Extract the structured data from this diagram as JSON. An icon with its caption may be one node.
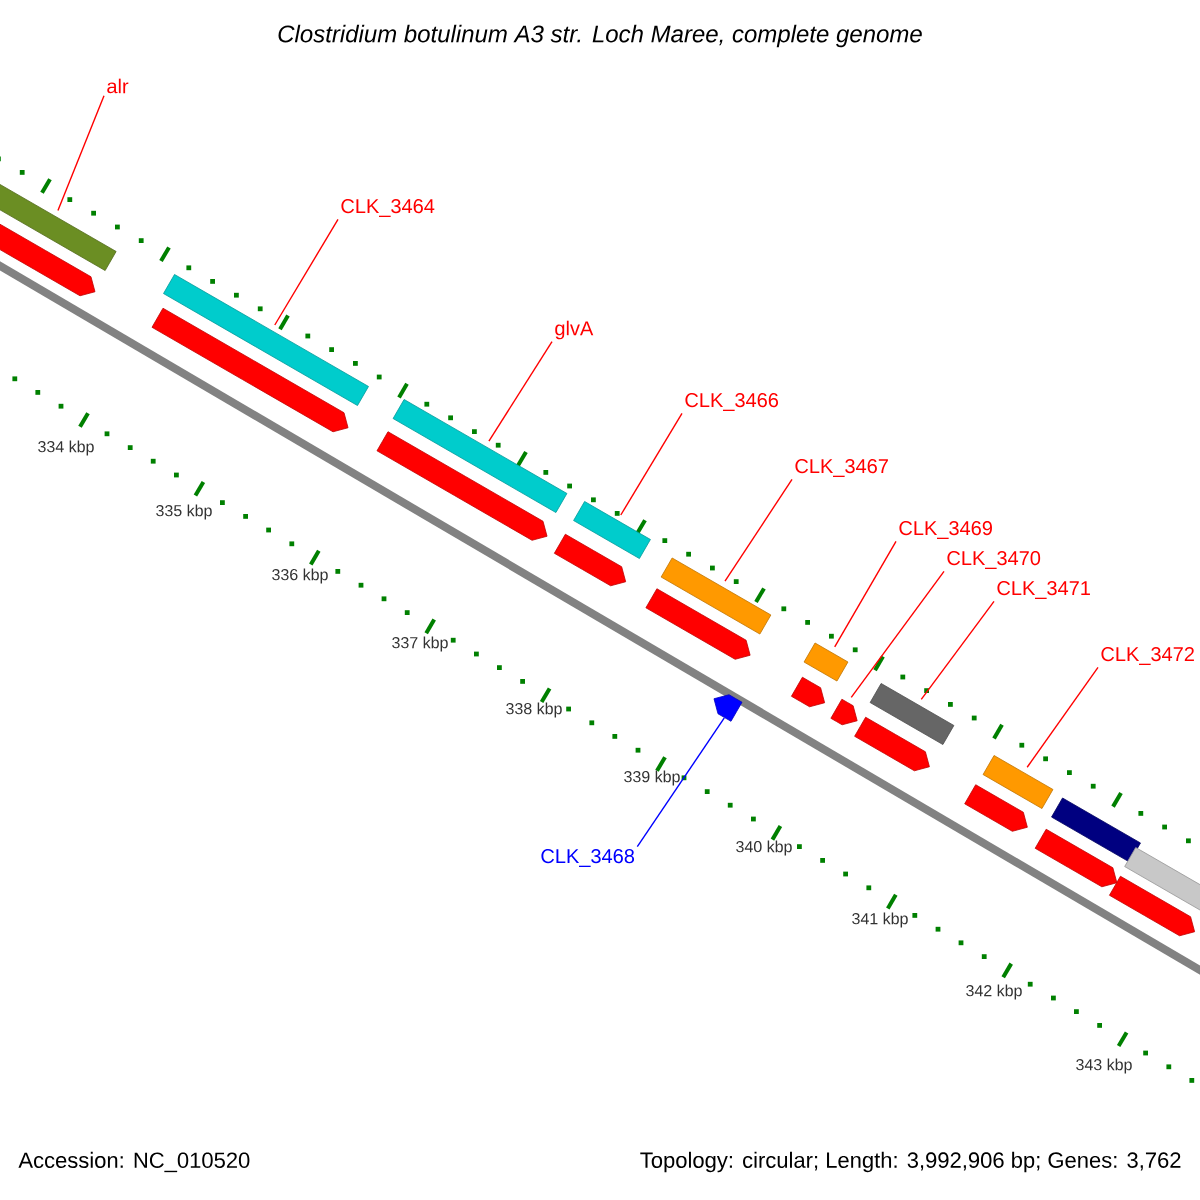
{
  "diagram": {
    "title": "Clostridium botulinum A3 str. Loch Maree, complete genome",
    "nodes": [
      {
        "text": [
          "alr"
        ]
      },
      {
        "text": [
          "CLK_3464"
        ]
      },
      {
        "text": [
          "glvA"
        ]
      },
      {
        "text": [
          "CLK_3466"
        ]
      },
      {
        "text": [
          "CLK_3467"
        ]
      },
      {
        "text": [
          "CLK_3469"
        ]
      },
      {
        "text": [
          "CLK_3470"
        ]
      },
      {
        "text": [
          "CLK_3471"
        ]
      },
      {
        "text": [
          "CLK_3472"
        ]
      },
      {
        "text": [
          "CLK_3468"
        ]
      },
      {
        "text": [],
        "shape": "arrow"
      },
      {
        "text": [],
        "shape": "bar"
      },
      {
        "text": [],
        "shape": "arrow"
      },
      {
        "text": [],
        "shape": "bar"
      },
      {
        "text": [],
        "shape": "arrow"
      },
      {
        "text": [],
        "shape": "bar"
      },
      {
        "text": [],
        "shape": "arrow"
      },
      {
        "text": [],
        "shape": "bar"
      },
      {
        "text": [],
        "shape": "arrow"
      },
      {
        "text": [],
        "shape": "bar"
      },
      {
        "text": [],
        "shape": "arrow"
      },
      {
        "text": [],
        "shape": "arrow"
      },
      {
        "text": [],
        "shape": "bar"
      },
      {
        "text": [],
        "shape": "arrow"
      },
      {
        "text": [],
        "shape": "arrow"
      },
      {
        "text": [],
        "shape": "bar"
      },
      {
        "text": [],
        "shape": "arrow"
      },
      {
        "text": [],
        "shape": "bar"
      },
      {
        "text": [],
        "shape": "arrow"
      },
      {
        "text": [],
        "shape": "bar"
      },
      {
        "text": [],
        "shape": "arrow"
      },
      {
        "text": [],
        "shape": "bar"
      }
    ],
    "edges": [
      {
        "from": 0,
        "to": 11,
        "arrow": "none"
      },
      {
        "from": 1,
        "to": 13,
        "arrow": "none"
      },
      {
        "from": 2,
        "to": 15,
        "arrow": "none"
      },
      {
        "from": 3,
        "to": 17,
        "arrow": "none"
      },
      {
        "from": 4,
        "to": 19,
        "arrow": "none"
      },
      {
        "from": 5,
        "to": 22,
        "arrow": "none"
      },
      {
        "from": 6,
        "to": 23,
        "arrow": "none"
      },
      {
        "from": 7,
        "to": 25,
        "arrow": "none"
      },
      {
        "from": 8,
        "to": 27,
        "arrow": "none"
      },
      {
        "from": 9,
        "to": 20,
        "arrow": "none",
        "color": "#0000ff"
      }
    ],
    "labels": [
      "334 kbp",
      "335 kbp",
      "336 kbp",
      "337 kbp",
      "338 kbp",
      "339 kbp",
      "340 kbp",
      "341 kbp",
      "342 kbp",
      "343 kbp",
      "Accession: NC_010520",
      "Topology: circular; Length: 3,992,906 bp; Genes: 3,762"
    ]
  }
}
